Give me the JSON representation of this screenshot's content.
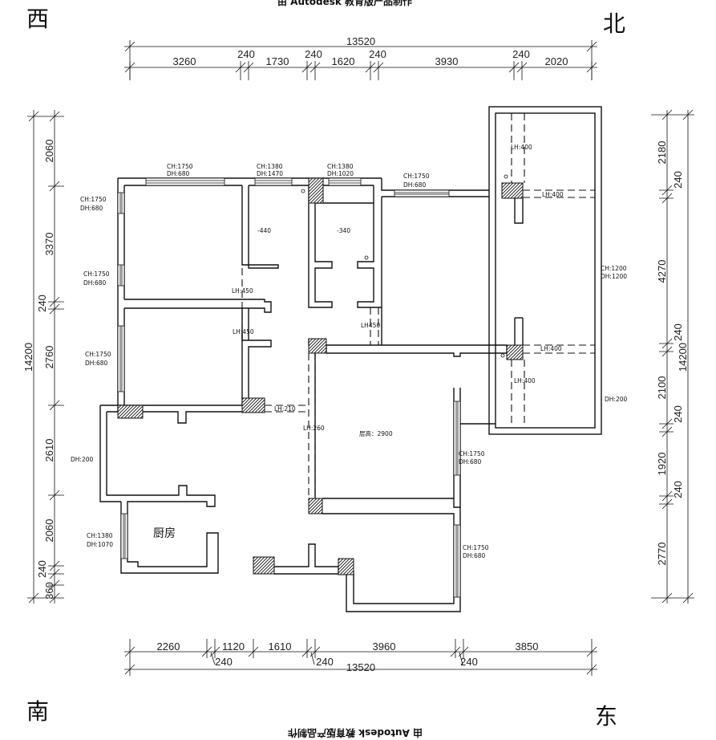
{
  "watermark": {
    "top": "由 Autodesk 教育版产品制作",
    "bottom": "由 Autodesk 教育版产品制作"
  },
  "compass": {
    "west": "西",
    "north": "北",
    "south": "南",
    "east": "东"
  },
  "dimensions": {
    "top_total": "13520",
    "top_segments": [
      "3260",
      "240",
      "1730",
      "240",
      "1620",
      "240",
      "3930",
      "240",
      "2020"
    ],
    "bottom_total": "13520",
    "bottom_segments": [
      "2260",
      "1120",
      "1610",
      "3960",
      "3850"
    ],
    "bottom_walls": [
      "240",
      "240",
      "240"
    ],
    "left_total": "14200",
    "left_segments": [
      "2060",
      "3370",
      "240",
      "2760",
      "2610",
      "2060",
      "240",
      "360"
    ],
    "right_total": "14200",
    "right_segments": [
      "2180",
      "240",
      "4270",
      "240",
      "2100",
      "240",
      "1920",
      "240",
      "2770"
    ]
  },
  "openings": {
    "w1_ch": "CH:1750",
    "w1_dh": "DH:680",
    "w2_ch": "CH:1380",
    "w2_dh": "DH:1470",
    "w3_ch": "CH:1380",
    "w3_dh": "DH:1020",
    "w4_ch": "CH:1750",
    "w4_dh": "DH:680",
    "w5_ch": "CH:1750",
    "w5_dh": "DH:680",
    "w6_ch": "CH:1750",
    "w6_dh": "DH:680",
    "w7_ch": "CH:1750",
    "w7_dh": "DH:680",
    "w8_ch": "CH:1200",
    "w8_dh": "DH:1200",
    "w9_ch": "CH:1750",
    "w9_dh": "DH:680",
    "w10_ch": "CH:1750",
    "w10_dh": "DH:680",
    "w11_ch": "CH:1380",
    "w11_dh": "DH:1070",
    "dh_east": "DH:200",
    "dh_west": "DH:200"
  },
  "beams": {
    "lh1": "LH:400",
    "lh2": "LH:400",
    "lh3": "LH:450",
    "lh4": "LH:450",
    "lh5": "LH450",
    "lh6": "LH:400",
    "lh7": "LH:400",
    "lh8": "LH:210",
    "lh9": "LH:260"
  },
  "levels": {
    "bath1": "-440",
    "bath2": "-340"
  },
  "rooms": {
    "kitchen": "厨房",
    "ceiling_height": "层高：2900"
  }
}
